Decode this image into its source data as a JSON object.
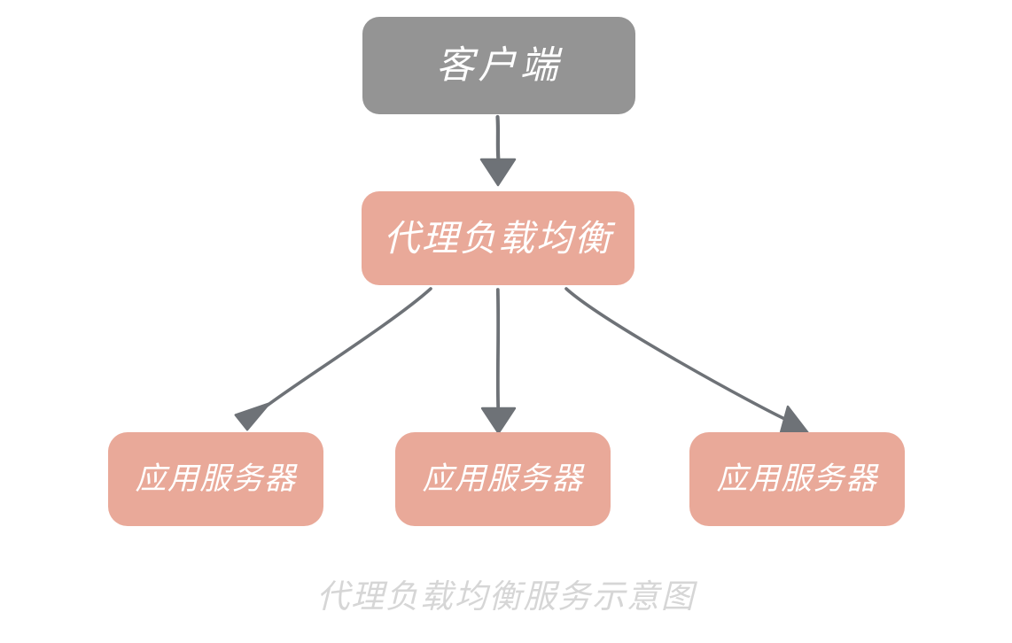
{
  "diagram": {
    "title": "代理负载均衡服务示意图",
    "caption_color": "#d6d6d6",
    "background_color": "#ffffff",
    "nodes": [
      {
        "id": "client",
        "label": "客户端",
        "role": "client",
        "fill": "#949494",
        "text_color": "#ffffff"
      },
      {
        "id": "loadbalancer",
        "label": "代理负载均衡",
        "role": "proxy-load-balancer",
        "fill": "#e9a999",
        "text_color": "#ffffff"
      },
      {
        "id": "appserver-1",
        "label": "应用服务器",
        "role": "application-server",
        "fill": "#e9a999",
        "text_color": "#ffffff"
      },
      {
        "id": "appserver-2",
        "label": "应用服务器",
        "role": "application-server",
        "fill": "#e9a999",
        "text_color": "#ffffff"
      },
      {
        "id": "appserver-3",
        "label": "应用服务器",
        "role": "application-server",
        "fill": "#e9a999",
        "text_color": "#ffffff"
      }
    ],
    "connectors": [
      {
        "id": "client-to-loadbalancer",
        "from": "client",
        "to": "loadbalancer",
        "style": "hand-drawn-arrow",
        "color": "#6e7277"
      },
      {
        "id": "loadbalancer-to-appserver-1",
        "from": "loadbalancer",
        "to": "appserver-1",
        "style": "hand-drawn-arrow",
        "color": "#6e7277"
      },
      {
        "id": "loadbalancer-to-appserver-2",
        "from": "loadbalancer",
        "to": "appserver-2",
        "style": "hand-drawn-arrow",
        "color": "#6e7277"
      },
      {
        "id": "loadbalancer-to-appserver-3",
        "from": "loadbalancer",
        "to": "appserver-3",
        "style": "hand-drawn-arrow",
        "color": "#6e7277"
      }
    ]
  }
}
